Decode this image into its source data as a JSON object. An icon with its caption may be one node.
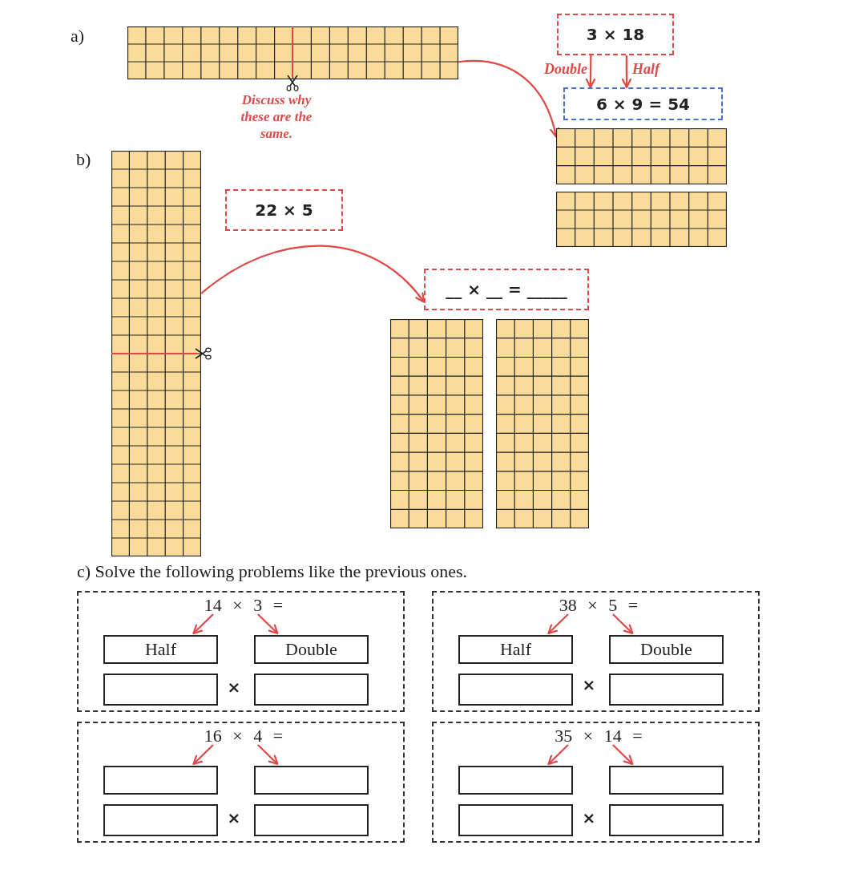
{
  "diagram": {
    "nodes": [
      {
        "text": [],
        "shape": "grid"
      },
      {
        "text": [
          "3 × 18"
        ]
      },
      {
        "text": [
          "6 × 9 = 54"
        ]
      },
      {
        "text": [],
        "shape": "grid"
      },
      {
        "text": [],
        "shape": "grid"
      },
      {
        "text": [],
        "shape": "grid"
      },
      {
        "text": [
          "22 × 5"
        ]
      },
      {
        "text": [
          "__ × __ = _____"
        ]
      },
      {
        "text": [],
        "shape": "grid"
      },
      {
        "text": [],
        "shape": "grid"
      },
      {
        "text": [],
        "shape": "box"
      },
      {
        "text": [
          "14 × 3 ="
        ],
        "in": 10
      },
      {
        "text": [
          "Half"
        ],
        "in": 10
      },
      {
        "text": [
          "Double"
        ],
        "in": 10
      },
      {
        "text": [],
        "shape": "box",
        "in": 10
      },
      {
        "text": [],
        "shape": "box",
        "in": 10
      },
      {
        "text": [],
        "shape": "box"
      },
      {
        "text": [
          "38 × 5 ="
        ],
        "in": 16
      },
      {
        "text": [
          "Half"
        ],
        "in": 16
      },
      {
        "text": [
          "Double"
        ],
        "in": 16
      },
      {
        "text": [],
        "shape": "box",
        "in": 16
      },
      {
        "text": [],
        "shape": "box",
        "in": 16
      },
      {
        "text": [],
        "shape": "box"
      },
      {
        "text": [
          "16 × 4 ="
        ],
        "in": 22
      },
      {
        "text": [],
        "shape": "box",
        "in": 22
      },
      {
        "text": [],
        "shape": "box",
        "in": 22
      },
      {
        "text": [],
        "shape": "box",
        "in": 22
      },
      {
        "text": [],
        "shape": "box",
        "in": 22
      },
      {
        "text": [],
        "shape": "box"
      },
      {
        "text": [
          "35 × 14 ="
        ],
        "in": 28
      },
      {
        "text": [],
        "shape": "box",
        "in": 28
      },
      {
        "text": [],
        "shape": "box",
        "in": 28
      },
      {
        "text": [],
        "shape": "box",
        "in": 28
      },
      {
        "text": [],
        "shape": "box",
        "in": 28
      }
    ],
    "edges": [
      {
        "from": 0,
        "to": 3,
        "arrow": "to"
      },
      {
        "from": 1,
        "to": 2,
        "arrow": "to",
        "label": "Double"
      },
      {
        "from": 1,
        "to": 2,
        "arrow": "to",
        "label": "Half"
      },
      {
        "from": 5,
        "to": 7,
        "arrow": "to"
      },
      {
        "from": 11,
        "to": 12,
        "arrow": "to"
      },
      {
        "from": 11,
        "to": 13,
        "arrow": "to"
      },
      {
        "from": 17,
        "to": 18,
        "arrow": "to"
      },
      {
        "from": 17,
        "to": 19,
        "arrow": "to"
      },
      {
        "from": 23,
        "to": 24,
        "arrow": "to"
      },
      {
        "from": 23,
        "to": 25,
        "arrow": "to"
      },
      {
        "from": 29,
        "to": 30,
        "arrow": "to"
      },
      {
        "from": 29,
        "to": 31,
        "arrow": "to"
      }
    ],
    "labels": [
      "a)",
      "Discuss why these are the same.",
      "b)",
      "c) Solve the following problems like the previous ones.",
      "×",
      "×",
      "×",
      "×"
    ]
  }
}
